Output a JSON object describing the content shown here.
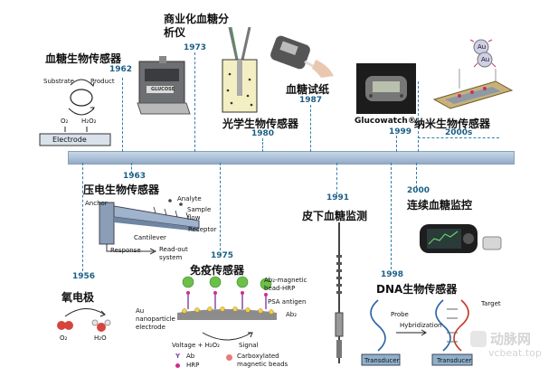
{
  "milestones": [
    {
      "key": "blood_glucose_biosensor",
      "label": "血糖生物传感器",
      "year": "1962"
    },
    {
      "key": "commercial_glucose_analyzer",
      "label": "商业化血糖分析仪",
      "year": "1973"
    },
    {
      "key": "optical_biosensor",
      "label": "光学生物传感器",
      "year": "1980"
    },
    {
      "key": "glucose_test_strip",
      "label": "血糖试纸",
      "year": "1987"
    },
    {
      "key": "glucowatch",
      "label": "Glucowatch®",
      "year": "1999"
    },
    {
      "key": "nano_biosensor",
      "label": "纳米生物传感器",
      "year": "2000s"
    },
    {
      "key": "piezo_biosensor",
      "label": "压电生物传感器",
      "year": "1963"
    },
    {
      "key": "subcutaneous_glucose",
      "label": "皮下血糖监测",
      "year": "1991"
    },
    {
      "key": "continuous_glucose",
      "label": "连续血糖监控",
      "year": "2000"
    },
    {
      "key": "oxygen_electrode",
      "label": "氧电极",
      "year": "1956"
    },
    {
      "key": "immuno_sensor",
      "label": "免疫传感器",
      "year": "1975"
    },
    {
      "key": "dna_biosensor",
      "label": "DNA生物传感器",
      "year": "1998"
    }
  ],
  "electrode_diagram": {
    "substrate": "Substrate",
    "product": "Product",
    "o2": "O₂",
    "h2o2": "H₂O₂",
    "electrode": "Electrode"
  },
  "piezo_diagram": {
    "anchor": "Anchor",
    "analyte": "Analyte",
    "sample_flow": "Sample\nflow",
    "receptor": "Receptor",
    "cantilever": "Cantilever",
    "response": "Response",
    "readout": "Read-out\nsystem"
  },
  "oxygen_diagram": {
    "o2": "O₂",
    "h2o": "H₂O"
  },
  "immuno_diagram": {
    "ab2_bead": "Ab₂-magnetic\nbead-HRP",
    "psa": "PSA antigen",
    "ab2": "Ab₂",
    "au": "Au\nnanoparticle\nelectrode",
    "voltage": "Voltage + H₂O₂",
    "signal": "Signal",
    "ab": "Ab",
    "hrp": "HRP",
    "beads": "Carboxylated\nmagnetic beads"
  },
  "dna_diagram": {
    "probe": "Probe",
    "target": "Target",
    "hybridization": "Hybridization",
    "transducer": "Transducer"
  },
  "nano_diagram": {
    "au1": "Au",
    "au2": "Au"
  },
  "device_labels": {
    "analyzer_brand": "GLUCOSE"
  },
  "watermark": {
    "cn": "动脉网",
    "en": "vcbeat.top"
  },
  "colors": {
    "timeline": "#a9bfd6",
    "dash": "#2f7fb0",
    "year": "#1b5f86"
  }
}
